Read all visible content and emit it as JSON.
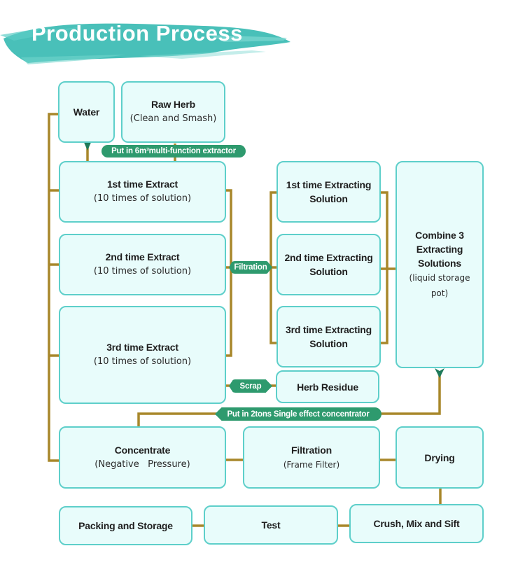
{
  "title": "Production Process",
  "colors": {
    "box_fill": "#e8fcfb",
    "box_border": "#5ecfca",
    "connector": "#a8872a",
    "label_pill": "#2e9a6e",
    "arrow": "#1e7a5a",
    "title_brush": "#3fbdb5"
  },
  "nodes": {
    "water": {
      "main": "Water"
    },
    "raw_herb": {
      "main": "Raw Herb",
      "sub": "(Clean and Smash)"
    },
    "extract_1": {
      "main": "1st time Extract",
      "sub": "(10 times of solution)"
    },
    "extract_2": {
      "main": "2nd time Extract",
      "sub": "(10 times of solution)"
    },
    "extract_3": {
      "main": "3rd time Extract",
      "sub": "(10 times of solution)"
    },
    "solution_1": {
      "main": "1st time Extracting Solution"
    },
    "solution_2": {
      "main": "2nd time Extracting Solution"
    },
    "solution_3": {
      "main": "3rd time Extracting Solution"
    },
    "combine": {
      "main": "Combine 3 Extracting Solutions",
      "sub": "(liquid storage pot)"
    },
    "herb_residue": {
      "main": "Herb Residue"
    },
    "concentrate": {
      "main": "Concentrate",
      "sub": "(Negative   Pressure)"
    },
    "filtration": {
      "main": "Filtration",
      "sub": "(Frame Filter)"
    },
    "drying": {
      "main": "Drying"
    },
    "packing": {
      "main": "Packing and Storage"
    },
    "test": {
      "main": "Test"
    },
    "crush": {
      "main": "Crush, Mix and Sift"
    }
  },
  "labels": {
    "extractor": "Put in 6m³multi-function extractor",
    "filtration": "Filtration",
    "scrap": "Scrap",
    "concentrator": "Put in 2tons Single effect concentrator"
  }
}
